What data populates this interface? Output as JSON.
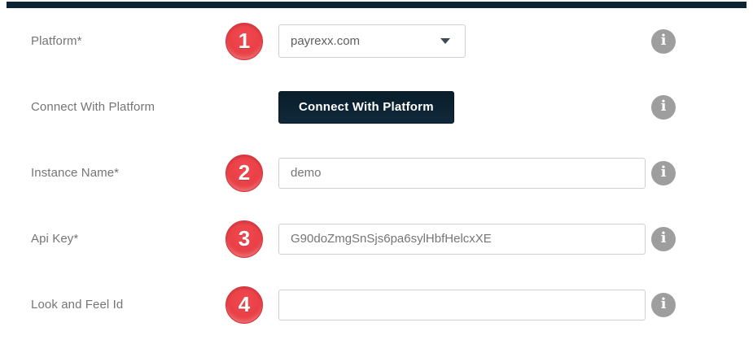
{
  "topbar": {
    "color": "#0c2433"
  },
  "icons": {
    "info_glyph": "i",
    "chevron_down": "caret-down-triangle"
  },
  "colors": {
    "accent_red": "#e8424a",
    "dark_navy": "#0d2433",
    "label_gray": "#757575",
    "info_gray": "#9e9e9e",
    "input_border": "#cfcfcf"
  },
  "form": {
    "rows": [
      {
        "label": "Platform*",
        "badge": "1",
        "control": "select",
        "value": "payrexx.com"
      },
      {
        "label": "Connect With Platform",
        "badge": "",
        "control": "button",
        "button_label": "Connect With Platform"
      },
      {
        "label": "Instance Name*",
        "badge": "2",
        "control": "input",
        "value": "demo"
      },
      {
        "label": "Api Key*",
        "badge": "3",
        "control": "input",
        "value": "G90doZmgSnSjs6pa6sylHbfHelcxXE"
      },
      {
        "label": "Look and Feel Id",
        "badge": "4",
        "control": "input",
        "value": ""
      }
    ]
  }
}
